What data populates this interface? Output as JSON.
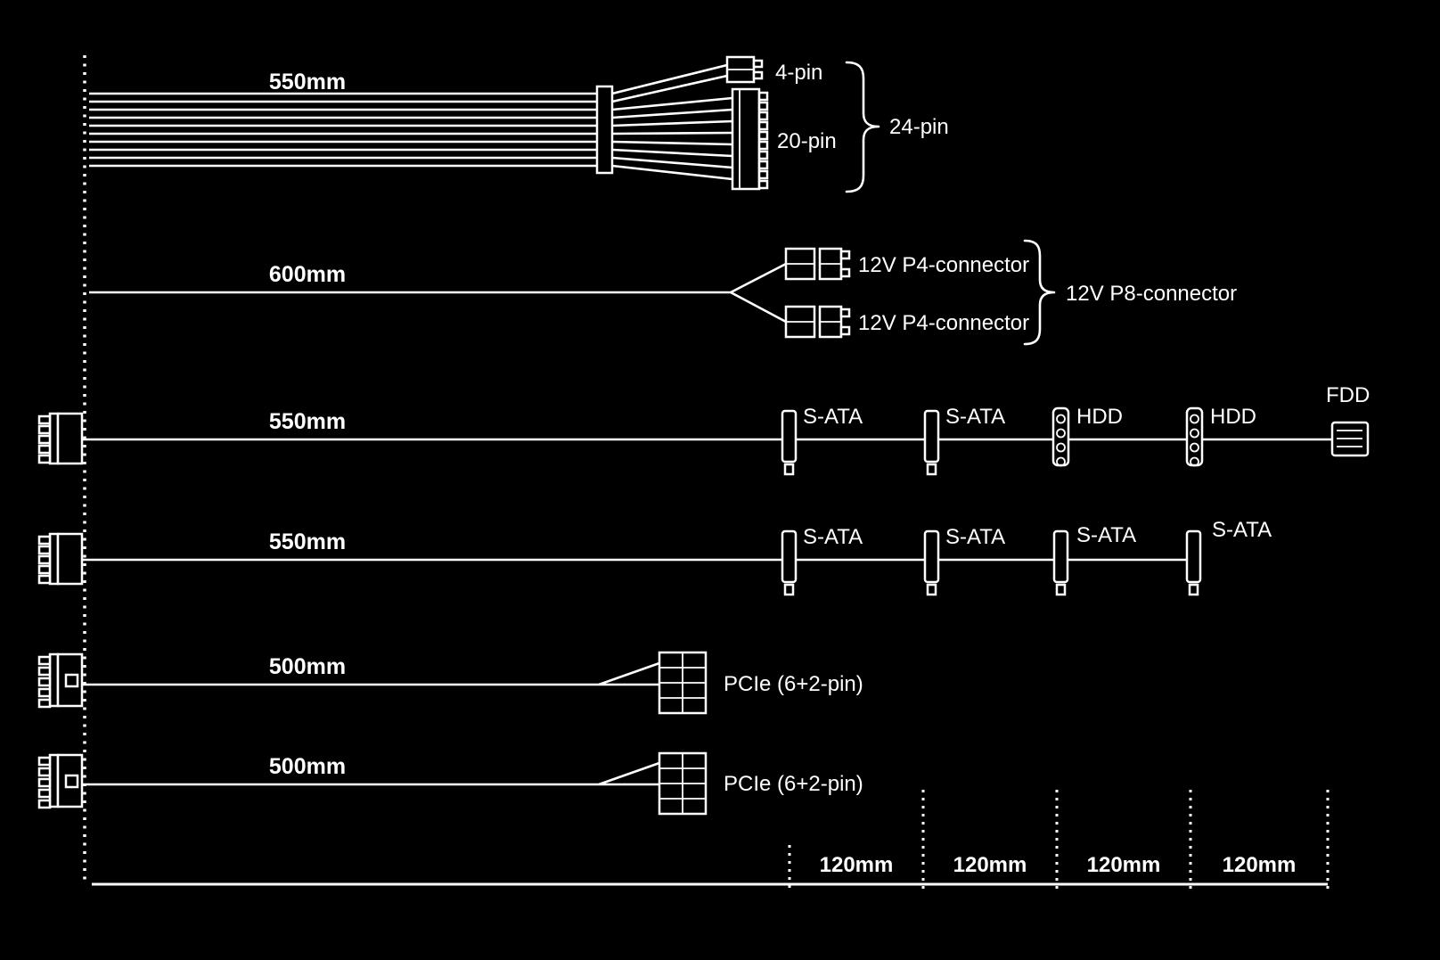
{
  "colors": {
    "background": "#000000",
    "stroke": "#ffffff"
  },
  "cables": {
    "atx": {
      "length": "550mm",
      "connector_4pin": "4-pin",
      "connector_20pin": "20-pin",
      "brace_label": "24-pin"
    },
    "cpu": {
      "length": "600mm",
      "connector_top": "12V P4-connector",
      "connector_bottom": "12V P4-connector",
      "brace_label": "12V P8-connector"
    },
    "peripheral": {
      "length": "550mm",
      "connectors": [
        "S-ATA",
        "S-ATA",
        "HDD",
        "HDD",
        "FDD"
      ]
    },
    "sata": {
      "length": "550mm",
      "connectors": [
        "S-ATA",
        "S-ATA",
        "S-ATA",
        "S-ATA"
      ]
    },
    "pcie1": {
      "length": "500mm",
      "connector": "PCIe (6+2-pin)"
    },
    "pcie2": {
      "length": "500mm",
      "connector": "PCIe (6+2-pin)"
    }
  },
  "ruler": {
    "segments": [
      "120mm",
      "120mm",
      "120mm",
      "120mm"
    ]
  }
}
